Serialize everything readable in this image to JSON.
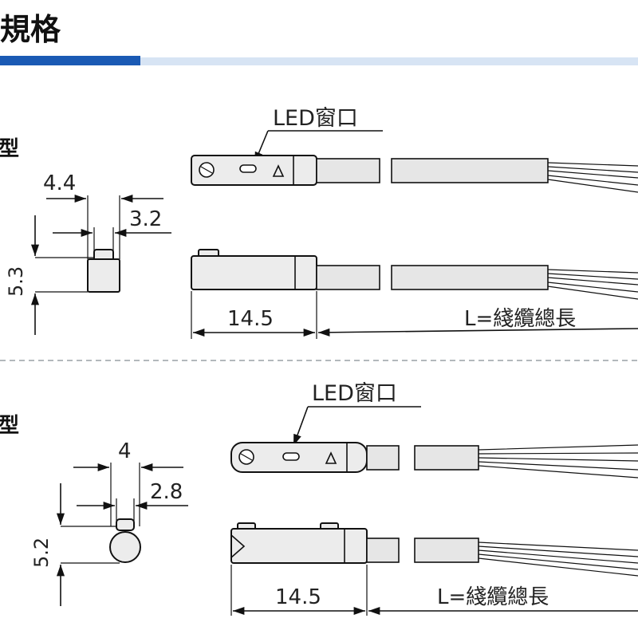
{
  "header": {
    "title": "規格",
    "accent_color": "#1a5ab4",
    "rule_color": "#d7e4f4"
  },
  "section_top": {
    "type_label": "型",
    "width_outer": "4.4",
    "width_inner": "3.2",
    "height": "5.3",
    "led_label": "LED窗口",
    "length": "14.5",
    "cable_label": "L=綫纜總長"
  },
  "section_bottom": {
    "type_label": "型",
    "width_outer": "4",
    "width_inner": "2.8",
    "height": "5.2",
    "led_label": "LED窗口",
    "length": "14.5",
    "cable_label": "L=綫纜總長"
  }
}
